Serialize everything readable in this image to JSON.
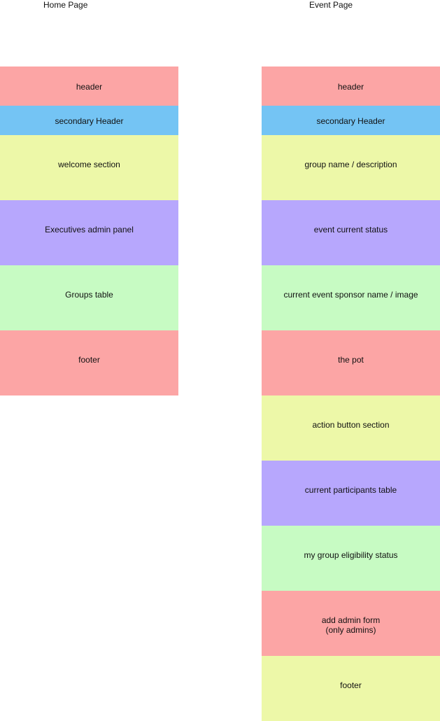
{
  "home_page": {
    "title": "Home Page",
    "blocks": [
      {
        "label": "header",
        "color": "#fca5a5"
      },
      {
        "label": "secondary Header",
        "color": "#74c4f4"
      },
      {
        "label": "welcome section",
        "color": "#edf8a8"
      },
      {
        "label": "Executives admin panel",
        "color": "#b7a7fd"
      },
      {
        "label": "Groups table",
        "color": "#c7fbc3"
      },
      {
        "label": "footer",
        "color": "#fca5a5"
      }
    ]
  },
  "event_page": {
    "title": "Event Page",
    "blocks": [
      {
        "label": "header",
        "color": "#fca5a5"
      },
      {
        "label": "secondary Header",
        "color": "#74c4f4"
      },
      {
        "label": "group name / description",
        "color": "#edf8a8"
      },
      {
        "label": "event current status",
        "color": "#b7a7fd"
      },
      {
        "label": "current event sponsor name / image",
        "color": "#c7fbc3"
      },
      {
        "label": "the pot",
        "color": "#fca5a5"
      },
      {
        "label": "action button section",
        "color": "#edf8a8"
      },
      {
        "label": "current participants table",
        "color": "#b7a7fd"
      },
      {
        "label": "my group eligibility status",
        "color": "#c7fbc3"
      },
      {
        "label": "add admin form\n(only admins)",
        "color": "#fca5a5"
      },
      {
        "label": "footer",
        "color": "#edf8a8"
      }
    ]
  }
}
